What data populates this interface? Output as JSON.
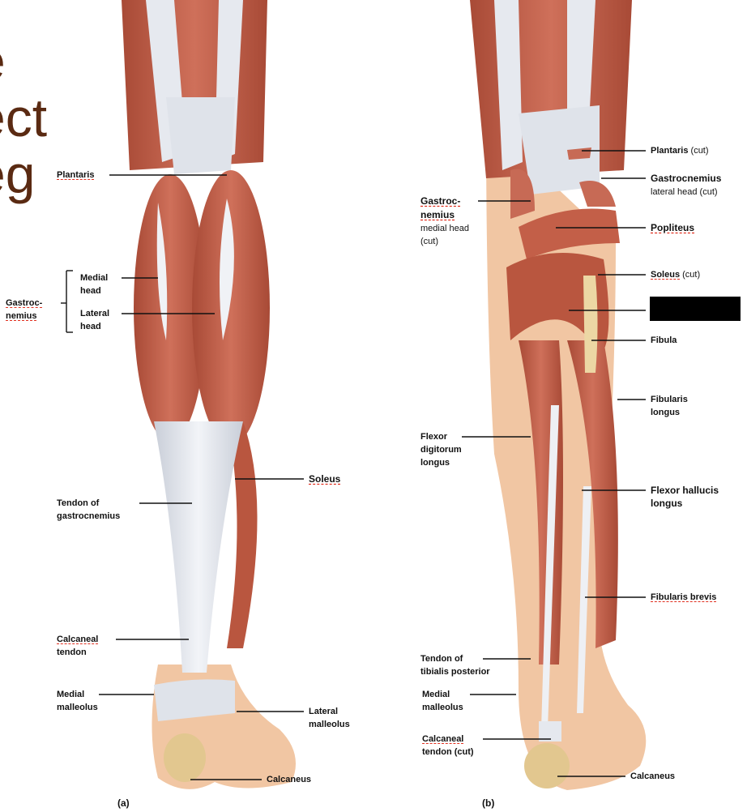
{
  "colors": {
    "muscle": "#c8644c",
    "muscle_dark": "#a34a36",
    "tendon": "#e8ebf0",
    "skin": "#f4c8a6",
    "bone": "#e8cf9c",
    "title_text": "#5a2a12",
    "redaction": "#000000"
  },
  "title_fragments": [
    "e",
    "ect",
    "eg"
  ],
  "panels": {
    "a": "(a)",
    "b": "(b)"
  },
  "left_labels": {
    "plantaris": "Plantaris",
    "gastroc_line1": "Gastroc-",
    "gastroc_line2": "nemius",
    "medial_head_1": "Medial",
    "medial_head_2": "head",
    "lateral_head_1": "Lateral",
    "lateral_head_2": "head",
    "soleus": "Soleus",
    "tendon_gastro_1": "Tendon of",
    "tendon_gastro_2": "gastrocnemius",
    "calcaneal_1": "Calcaneal",
    "calcaneal_2": "tendon",
    "medial_malleolus_1": "Medial",
    "medial_malleolus_2": "malleolus",
    "lateral_malleolus_1": "Lateral",
    "lateral_malleolus_2": "malleolus",
    "calcaneus": "Calcaneus"
  },
  "right_labels": {
    "plantaris_cut_a": "Plantaris",
    "plantaris_cut_b": "(cut)",
    "gastro_lat_1": "Gastrocnemius",
    "gastro_lat_2": "lateral head (cut)",
    "gastro_med_1": "Gastroc-",
    "gastro_med_2": "nemius",
    "gastro_med_3": "medial head",
    "gastro_med_4": "(cut)",
    "popliteus": "Popliteus",
    "soleus_cut_a": "Soleus",
    "soleus_cut_b": "(cut)",
    "fibula": "Fibula",
    "fibularis_longus_1": "Fibularis",
    "fibularis_longus_2": "longus",
    "flexor_dig_1": "Flexor",
    "flexor_dig_2": "digitorum",
    "flexor_dig_3": "longus",
    "flexor_hal_1": "Flexor hallucis",
    "flexor_hal_2": "longus",
    "fibularis_brevis": "Fibularis brevis",
    "tendon_tib_1": "Tendon of",
    "tendon_tib_2": "tibialis posterior",
    "medial_malleolus_1": "Medial",
    "medial_malleolus_2": "malleolus",
    "calcaneal_cut_1": "Calcaneal",
    "calcaneal_cut_2": "tendon (cut)",
    "calcaneus": "Calcaneus"
  }
}
